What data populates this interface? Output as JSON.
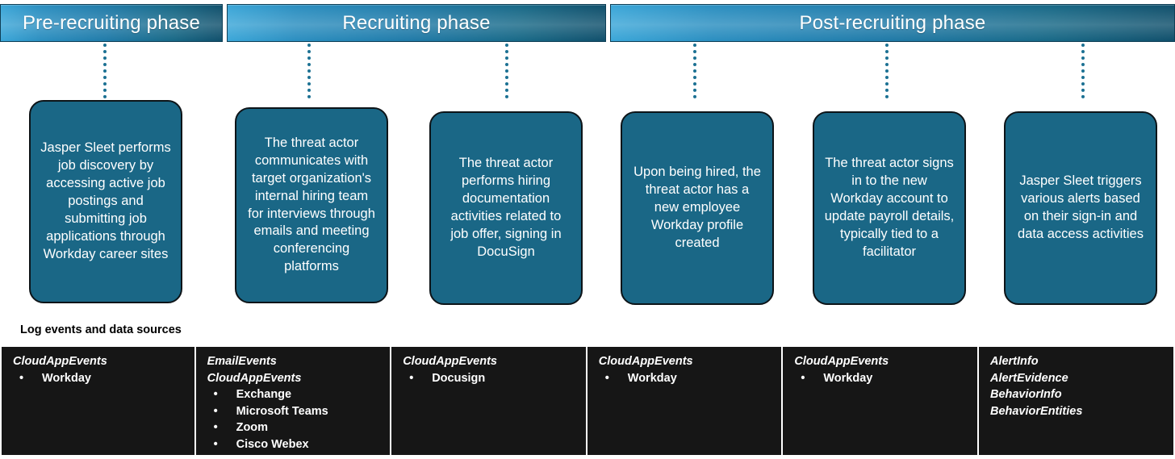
{
  "phases": [
    {
      "label": "Pre-recruiting phase"
    },
    {
      "label": "Recruiting phase"
    },
    {
      "label": "Post-recruiting phase"
    }
  ],
  "steps": [
    {
      "text": "Jasper Sleet performs job discovery by accessing active job postings and submitting job applications through Workday career sites"
    },
    {
      "text": "The threat actor communicates with target organization's internal hiring team for interviews through emails and meeting conferencing platforms"
    },
    {
      "text": "The threat actor performs hiring documentation activities related to job offer, signing in DocuSign"
    },
    {
      "text": "Upon being hired, the threat actor has a new employee Workday profile created"
    },
    {
      "text": "The threat actor signs in to the new Workday account to update payroll details, typically tied to a facilitator"
    },
    {
      "text": "Jasper Sleet triggers various alerts based on their sign-in and data access activities"
    }
  ],
  "log_caption": "Log events and data sources",
  "sources": [
    {
      "headers": [
        "CloudAppEvents"
      ],
      "items": [
        "Workday"
      ]
    },
    {
      "headers": [
        "EmailEvents",
        "CloudAppEvents"
      ],
      "items": [
        "Exchange",
        "Microsoft Teams",
        "Zoom",
        "Cisco Webex"
      ]
    },
    {
      "headers": [
        "CloudAppEvents"
      ],
      "items": [
        "Docusign"
      ]
    },
    {
      "headers": [
        "CloudAppEvents"
      ],
      "items": [
        "Workday"
      ]
    },
    {
      "headers": [
        "CloudAppEvents"
      ],
      "items": [
        "Workday"
      ]
    },
    {
      "headers": [
        "AlertInfo",
        "AlertEvidence",
        "BehaviorInfo",
        "BehaviorEntities"
      ],
      "items": []
    }
  ],
  "colors": {
    "phase_gradient_start": "#3aa6d8",
    "phase_gradient_end": "#0f4f6b",
    "step_box_fill": "#1a6786",
    "step_box_border": "#0d1418",
    "connector": "#1c7193",
    "table_background": "#161616",
    "table_border": "#ffffff"
  }
}
